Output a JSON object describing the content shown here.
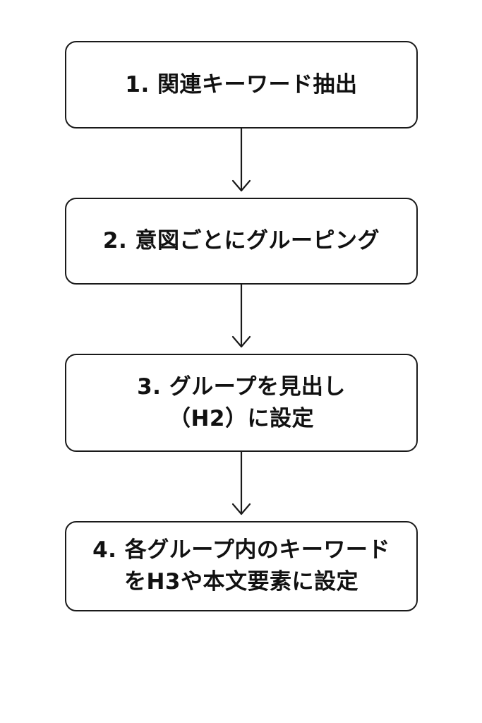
{
  "flowchart": {
    "steps": [
      {
        "lines": [
          "1. 関連キーワード抽出"
        ]
      },
      {
        "lines": [
          "2. 意図ごとにグルーピング"
        ]
      },
      {
        "lines": [
          "3. グループを見出し",
          "（H2）に設定"
        ]
      },
      {
        "lines": [
          "4. 各グループ内のキーワード",
          "をH3や本文要素に設定"
        ]
      }
    ],
    "colors": {
      "border": "#1a1a1a",
      "text": "#111111",
      "background": "#ffffff"
    }
  }
}
